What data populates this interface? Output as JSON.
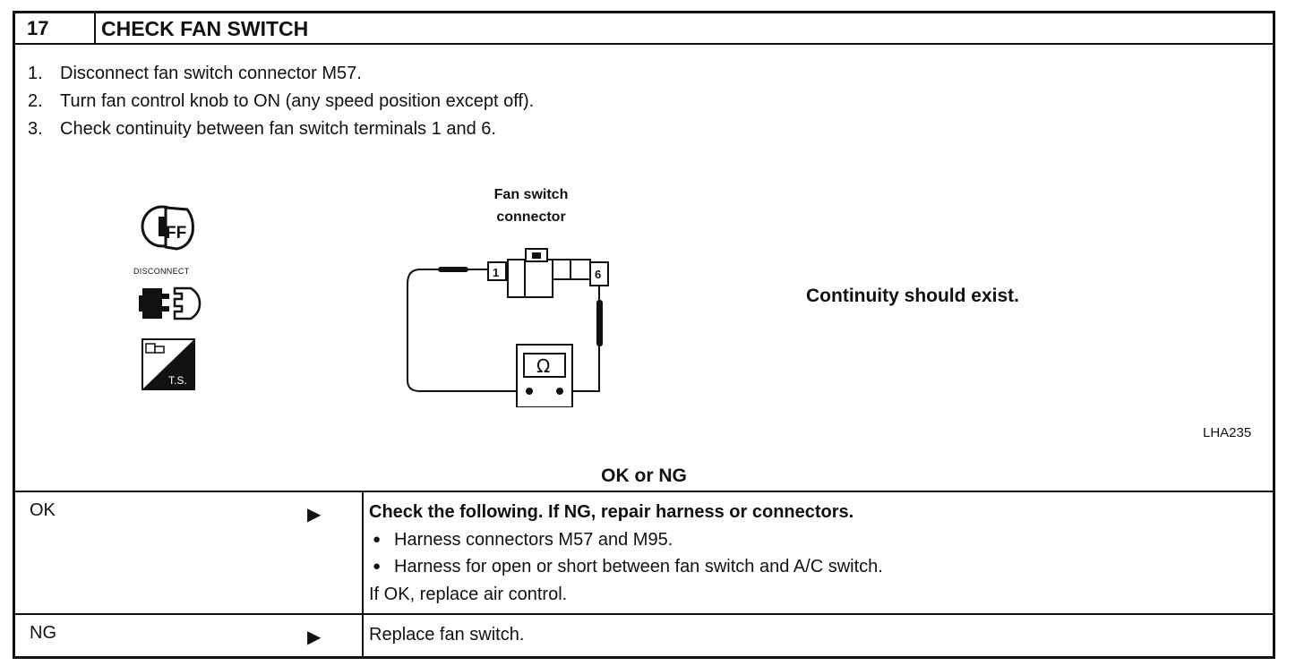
{
  "step": {
    "number": "17",
    "title": "CHECK FAN SWITCH"
  },
  "instructions": [
    {
      "num": "1.",
      "text": "Disconnect fan switch connector M57."
    },
    {
      "num": "2.",
      "text": "Turn fan control knob to ON (any speed position except off)."
    },
    {
      "num": "3.",
      "text": "Check continuity between fan switch terminals 1 and 6."
    }
  ],
  "icons": {
    "off_icon": "ignition-off-icon",
    "disconnect_icon": "disconnect-connector-icon",
    "disconnect_label": "DISCONNECT",
    "ts_icon": "terminal-side-icon",
    "ts_label": "T.S."
  },
  "diagram": {
    "label_line1": "Fan switch",
    "label_line2": "connector",
    "terminal_a": "1",
    "terminal_b": "6",
    "meter_symbol": "Ω"
  },
  "result": "Continuity should exist.",
  "figure_code": "LHA235",
  "decision_label": "OK or NG",
  "outcomes": {
    "ok": {
      "label": "OK",
      "arrow": "▶",
      "heading": "Check the following. If NG, repair harness or connectors.",
      "bullets": [
        "Harness connectors M57 and M95.",
        "Harness for open or short between fan switch and A/C switch."
      ],
      "footer": "If OK, replace air control."
    },
    "ng": {
      "label": "NG",
      "arrow": "▶",
      "text": "Replace fan switch."
    }
  }
}
